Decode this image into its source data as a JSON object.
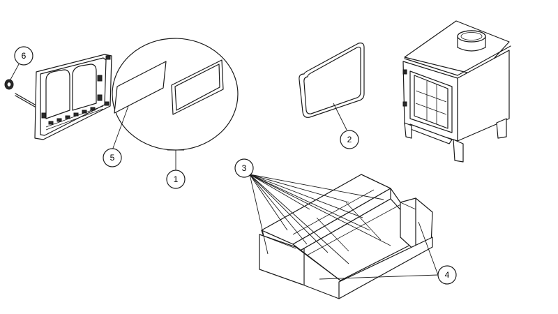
{
  "callouts": [
    {
      "id": "1",
      "label": "1"
    },
    {
      "id": "2",
      "label": "2"
    },
    {
      "id": "3",
      "label": "3"
    },
    {
      "id": "4",
      "label": "4"
    },
    {
      "id": "5",
      "label": "5"
    },
    {
      "id": "6",
      "label": "6"
    }
  ],
  "components": {
    "door_assembly": "door-assembly",
    "door_glass_detail": "glass-and-seal-detail",
    "door_seal": "door-seal-rope",
    "firebricks": "firebrick-set",
    "side_bricks": "side-firebricks",
    "stove": "stove-body",
    "handle": "door-handle-knob"
  }
}
